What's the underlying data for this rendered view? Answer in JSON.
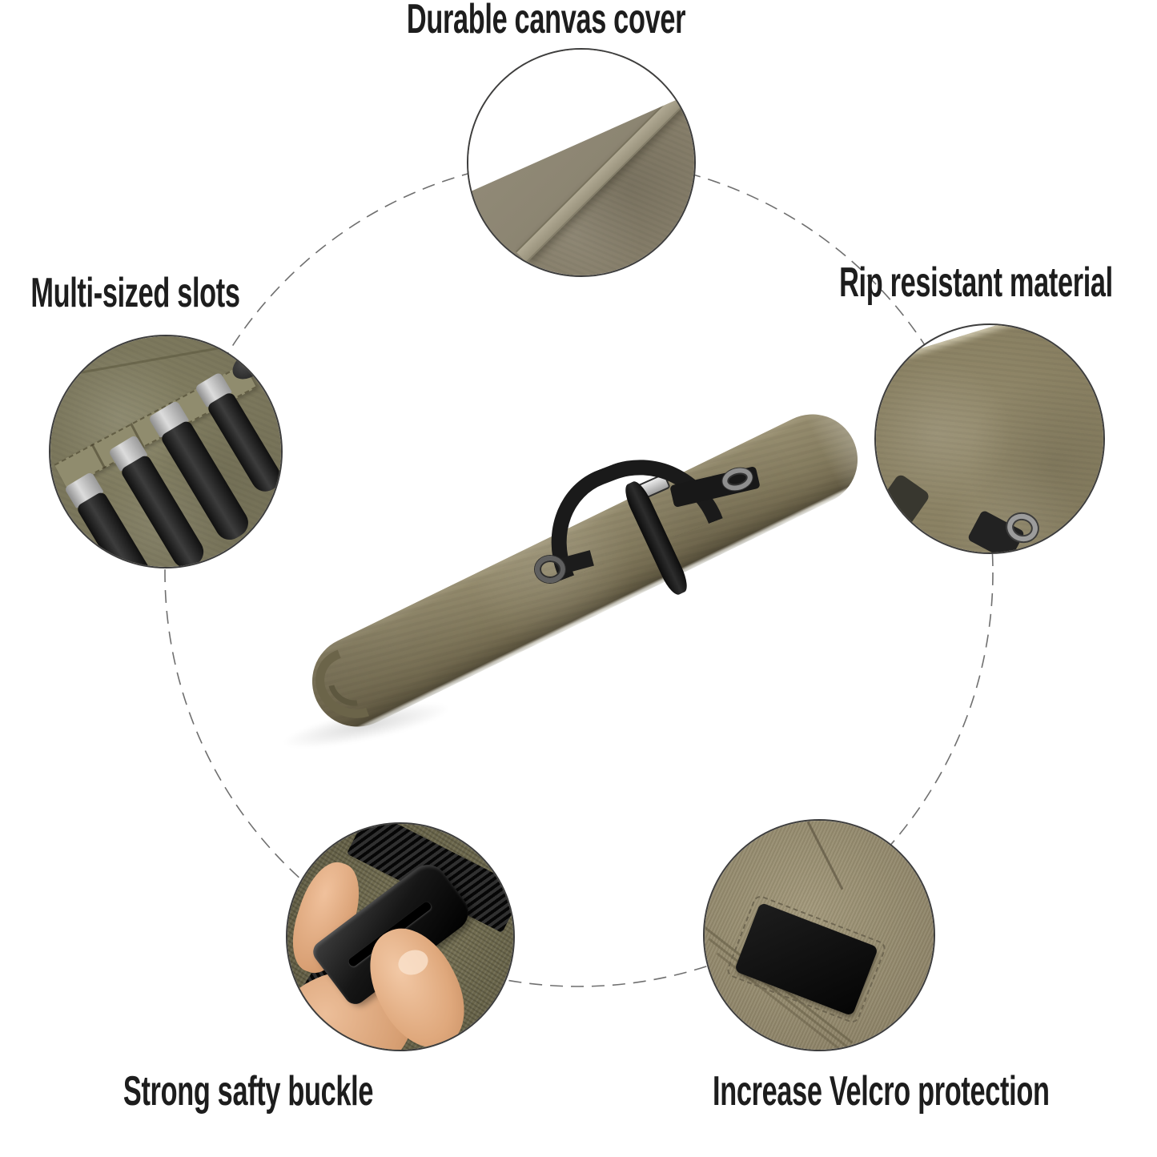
{
  "title": "Canvas tool roll feature infographic",
  "colors": {
    "background": "#ffffff",
    "text": "#1d1d1d",
    "canvas_olive": "#8a8164",
    "canvas_khaki": "#9a9073",
    "canvas_gray_olive": "#8b8373",
    "strap_black": "#1a1a1a",
    "metal_silver": "#c0c0c0",
    "skin_tone": "#dfa87c",
    "connector_line": "#6f6f6f",
    "circle_border": "#3d3d3d"
  },
  "callouts": [
    {
      "id": "canvas-cover",
      "label": "Durable canvas cover",
      "position": "top",
      "photo": "canvas-cover-closeup"
    },
    {
      "id": "multi-sized-slots",
      "label": "Multi-sized slots",
      "position": "left",
      "photo": "tool-handles-in-slots-closeup"
    },
    {
      "id": "rip-resistant",
      "label": "Rip resistant material",
      "position": "right",
      "photo": "canvas-material-closeup"
    },
    {
      "id": "safety-buckle",
      "label": "Strong safty buckle",
      "position": "bottom-left",
      "photo": "hand-pressing-buckle-closeup"
    },
    {
      "id": "velcro",
      "label": "Increase Velcro protection",
      "position": "bottom-right",
      "photo": "velcro-patch-closeup"
    }
  ],
  "product": {
    "name": "rolled canvas tool roll with black carry handle and straps"
  }
}
